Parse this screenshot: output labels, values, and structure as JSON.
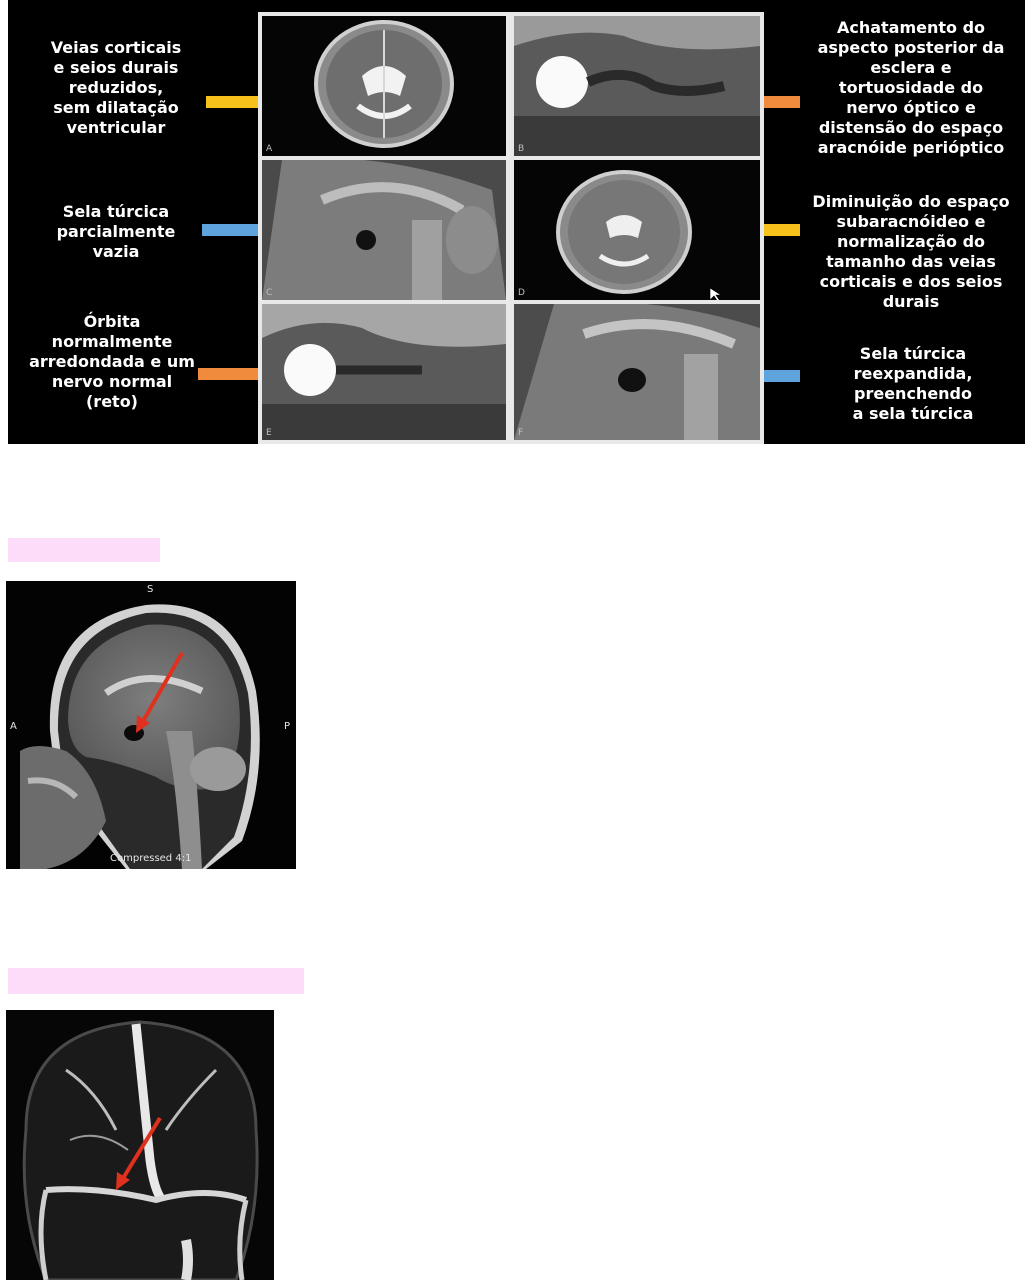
{
  "figure": {
    "labels": {
      "top_left": "Veias corticais\ne seios durais\nreduzidos,\nsem dilatação\nventricular",
      "mid_left": "Sela túrcica\nparcialmente\nvazia",
      "bottom_left": "Órbita\nnormalmente\narredondada e um\nnervo normal\n(reto)",
      "top_right": "Achatamento do\naspecto posterior da\nesclera e\ntortuosidade do\nnervo óptico e\ndistensão do espaço\naracnóide perióptico",
      "mid_right": "Diminuição do espaço\nsubaracnóideo e\nnormalização do\ntamanho das veias\ncorticais e dos seios\ndurais",
      "bottom_right": "Sela túrcica\nreexpandida,\npreenchendo\na sela túrcica"
    },
    "panel_letters": [
      "A",
      "B",
      "C",
      "D",
      "E",
      "F"
    ],
    "arrow_colors": {
      "yellow": "#f6c11a",
      "orange": "#f08a3c",
      "blue": "#5ea3dc"
    }
  },
  "mri1": {
    "marker_top": "S",
    "marker_left": "A",
    "marker_right": "P",
    "caption": "Compressed 4:1"
  },
  "colors": {
    "highlight": "#fcdcf8",
    "red_arrow": "#e0301e"
  }
}
